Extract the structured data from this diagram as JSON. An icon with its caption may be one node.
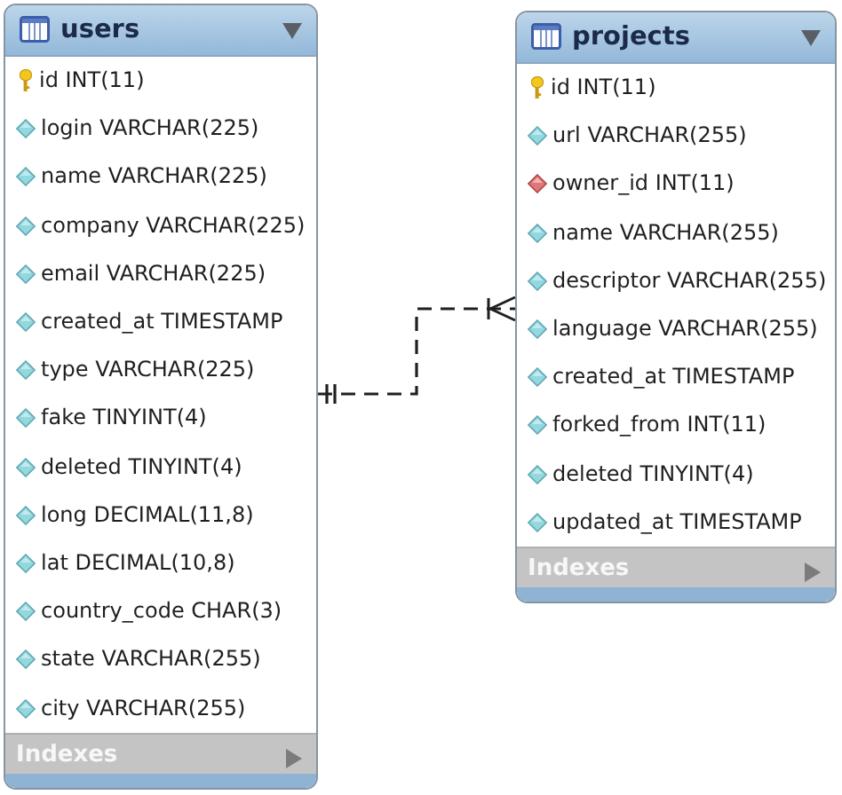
{
  "diagram": {
    "nodes": [
      {
        "text": [
          "users",
          "id INT(11)",
          "login VARCHAR(225)",
          "name VARCHAR(225)",
          "company VARCHAR(225)",
          "email VARCHAR(225)",
          "created_at TIMESTAMP",
          "type VARCHAR(225)",
          "fake TINYINT(4)",
          "deleted TINYINT(4)",
          "long DECIMAL(11,8)",
          "lat DECIMAL(10,8)",
          "country_code CHAR(3)",
          "state VARCHAR(255)",
          "city VARCHAR(255)",
          "Indexes"
        ]
      },
      {
        "text": [
          "projects",
          "id INT(11)",
          "url VARCHAR(255)",
          "owner_id INT(11)",
          "name VARCHAR(255)",
          "descriptor VARCHAR(255)",
          "language VARCHAR(255)",
          "created_at TIMESTAMP",
          "forked_from INT(11)",
          "deleted TINYINT(4)",
          "updated_at TIMESTAMP",
          "Indexes"
        ]
      }
    ],
    "edges": [
      {
        "from": 0,
        "to": 1,
        "arrow": "other",
        "style": "dashed"
      }
    ]
  }
}
